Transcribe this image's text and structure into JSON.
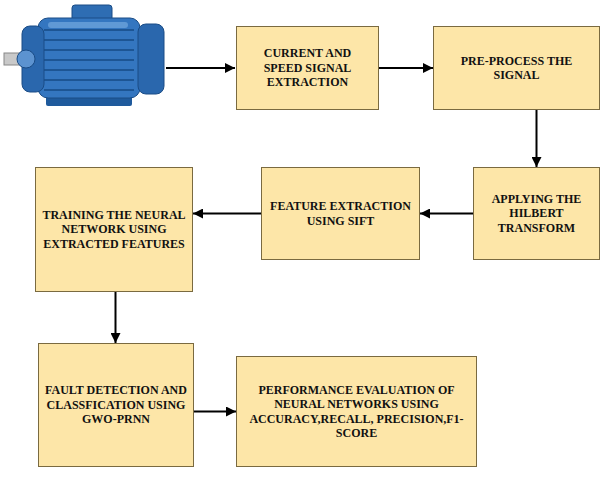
{
  "diagram": {
    "nodes": [
      {
        "text": [
          "CURRENT AND SPEED SIGNAL EXTRACTION"
        ]
      },
      {
        "text": [
          "PRE-PROCESS THE SIGNAL"
        ]
      },
      {
        "text": [
          "APPLYING THE HILBERT TRANSFORM"
        ]
      },
      {
        "text": [
          "FEATURE EXTRACTION USING SIFT"
        ]
      },
      {
        "text": [
          "TRAINING THE NEURAL NETWORK USING EXTRACTED FEATURES"
        ]
      },
      {
        "text": [
          "FAULT DETECTION AND CLASSFICATION USING GWO-PRNN"
        ]
      },
      {
        "text": [
          "PERFORMANCE EVALUATION OF NEURAL NETWORKS USING ACCURACY,RECALL, PRECISION,F1-SCORE"
        ]
      }
    ],
    "edges": [
      {
        "from": 0,
        "to": 1,
        "arrow": "to"
      },
      {
        "from": 1,
        "to": 2,
        "arrow": "to"
      },
      {
        "from": 2,
        "to": 3,
        "arrow": "to"
      },
      {
        "from": 3,
        "to": 4,
        "arrow": "to"
      },
      {
        "from": 4,
        "to": 5,
        "arrow": "to"
      },
      {
        "from": 5,
        "to": 6,
        "arrow": "to"
      }
    ]
  }
}
